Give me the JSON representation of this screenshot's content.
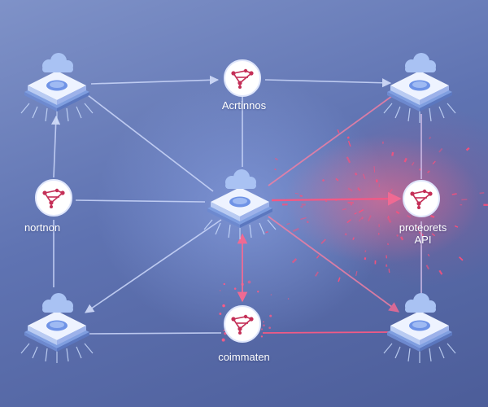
{
  "diagram": {
    "labels": {
      "top_center": "Acrtinnos",
      "left_middle": "nortnon",
      "right_middle_line1": "proteorets",
      "right_middle_line2": "API",
      "bottom_center": "coimmaten"
    },
    "colors": {
      "edge": "#c7d3f7",
      "edge_highlight": "#ef6a93",
      "node_circle": "#ffffff",
      "node_glyph": "#c42f57",
      "chip_top": "#eef3ff",
      "chip_side": "#9db2ea",
      "cloud": "#a9c2f3",
      "chip_core": "#6f93e6"
    },
    "icons": {
      "chip": "cloud-chip-icon",
      "network": "network-graph-icon"
    }
  }
}
